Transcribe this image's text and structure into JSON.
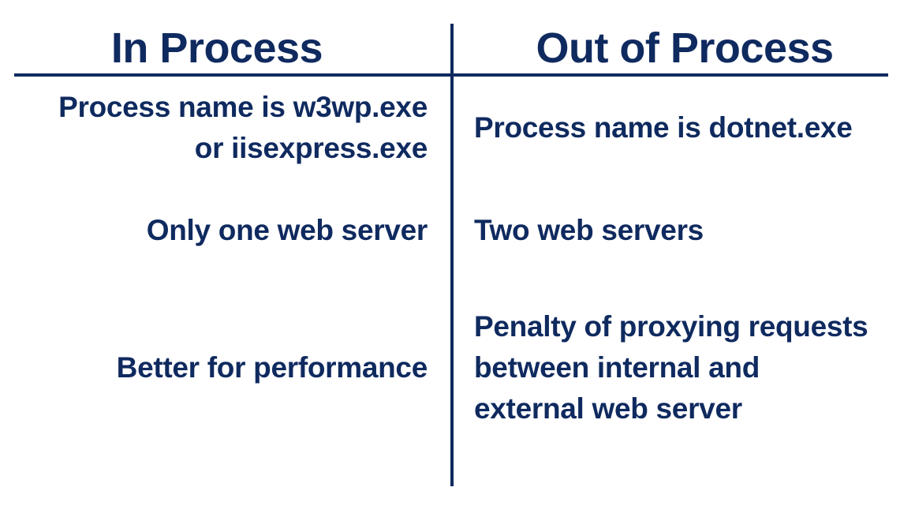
{
  "columns": {
    "left_header": "In Process",
    "right_header": "Out of Process"
  },
  "rows": [
    {
      "left": "Process name is w3wp.exe\nor iisexpress.exe",
      "right": "Process name is dotnet.exe"
    },
    {
      "left": "Only one web server",
      "right": "Two web servers"
    },
    {
      "left": "Better for performance",
      "right": "Penalty of proxying requests\nbetween internal and\nexternal web server"
    }
  ],
  "colors": {
    "text": "#0f2a5f",
    "rule": "#0f2a5f",
    "background": "#ffffff"
  }
}
